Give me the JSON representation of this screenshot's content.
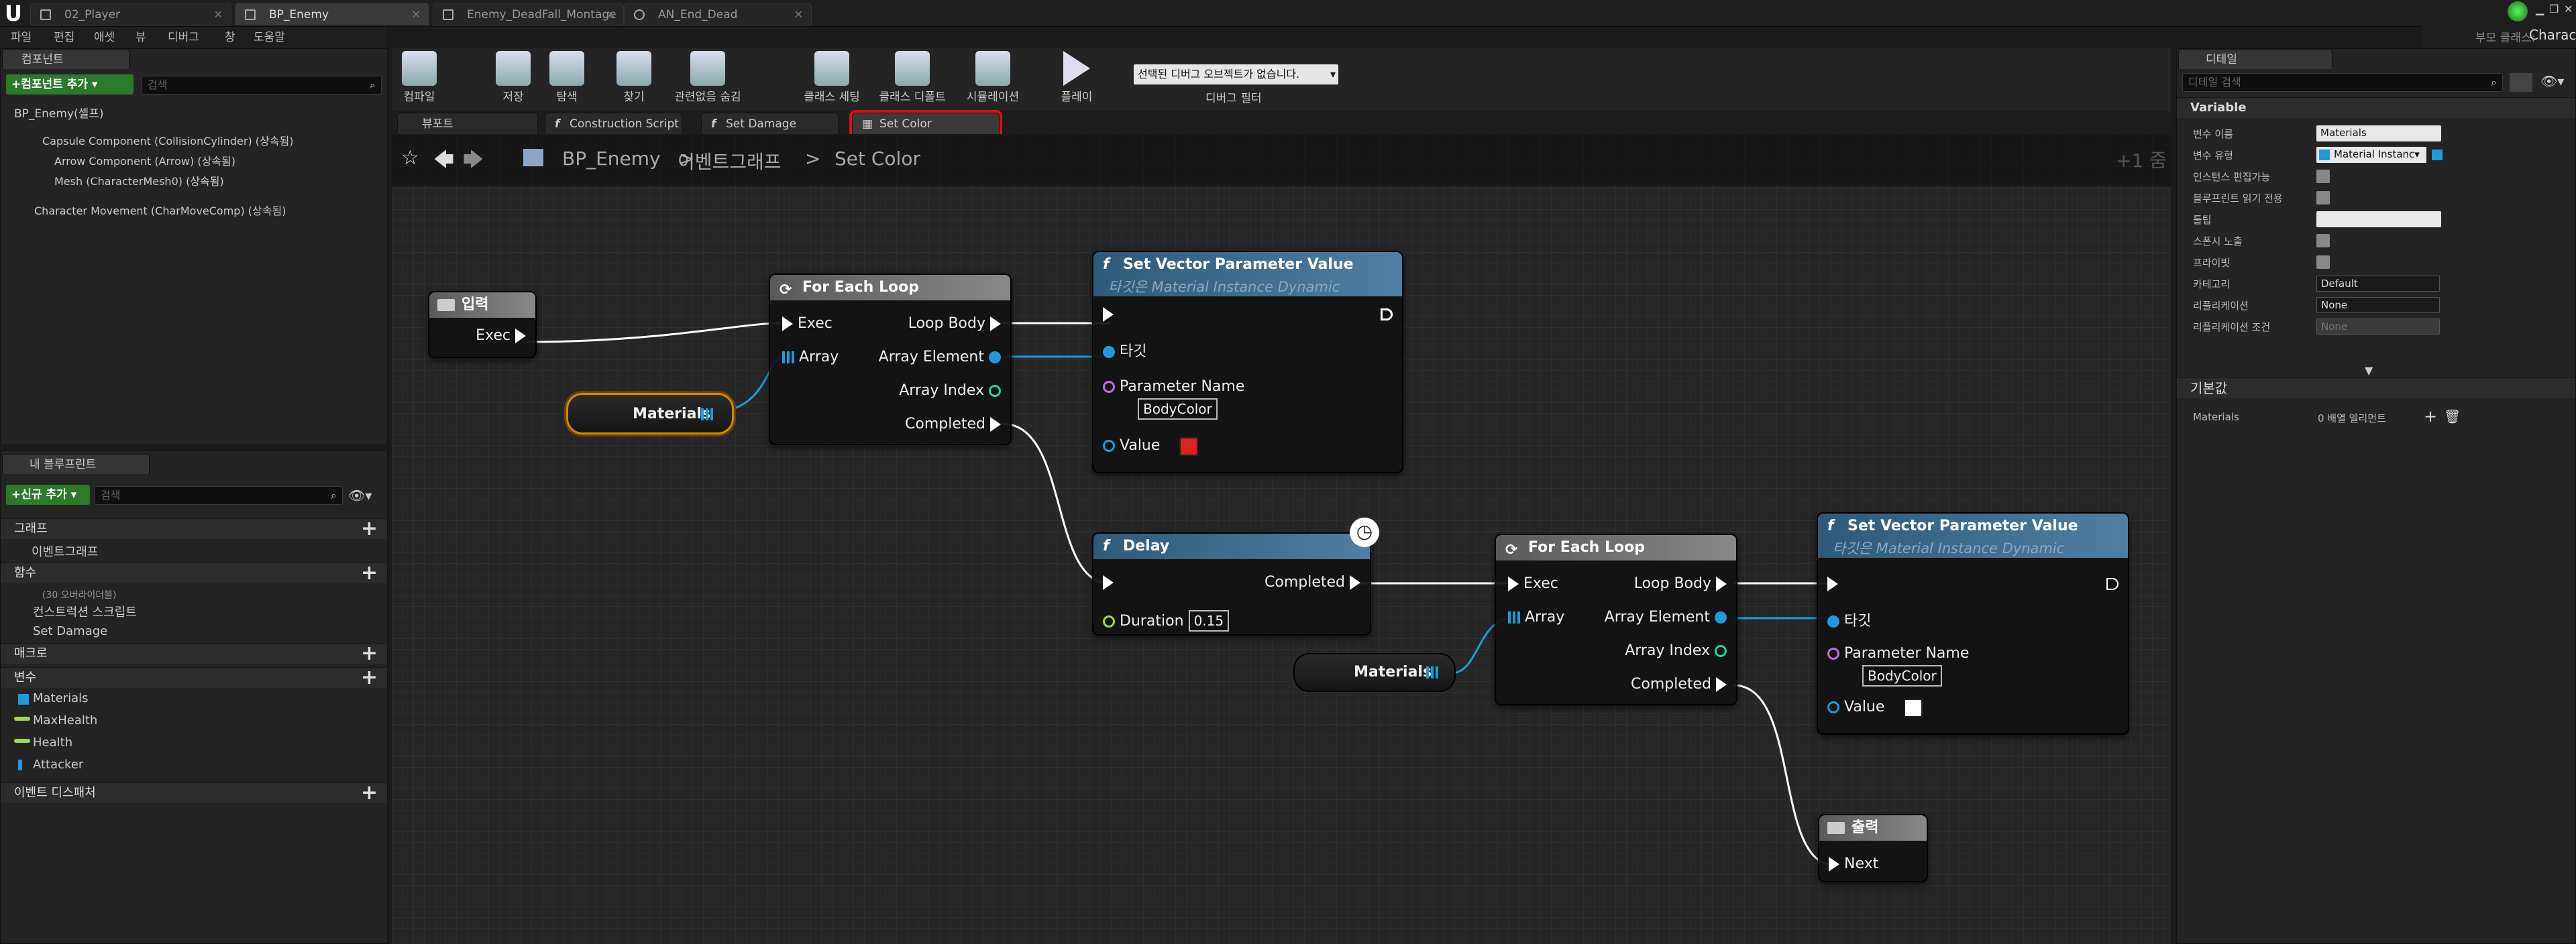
{
  "doc_tabs": [
    {
      "label": "02_Player",
      "active": false
    },
    {
      "label": "BP_Enemy",
      "active": true
    },
    {
      "label": "Enemy_DeadFall_Montage",
      "active": false
    },
    {
      "label": "AN_End_Dead",
      "active": false
    }
  ],
  "top_right": {
    "parent_class_label": "부모 클래스:",
    "parent_class": "Character"
  },
  "menu": [
    "파일",
    "편집",
    "애셋",
    "뷰",
    "디버그",
    "창",
    "도움말"
  ],
  "components": {
    "title": "컴포넌트",
    "add_button": "+컴포넌트 추가 ▾",
    "search_placeholder": "검색",
    "root": "BP_Enemy(셀프)",
    "items": [
      "Capsule Component (CollisionCylinder) (상속됨)",
      "Arrow Component (Arrow) (상속됨)",
      "Mesh (CharacterMesh0) (상속됨)",
      "Character Movement (CharMoveComp) (상속됨)"
    ]
  },
  "my_blueprint": {
    "title": "내 블루프린트",
    "add_button": "+신규 추가 ▾",
    "search_placeholder": "검색",
    "graph_cat": "그래프",
    "event_graph": "이벤트그래프",
    "functions_cat": "함수",
    "functions_overridable": "(30 오버라이더블)",
    "functions": [
      "컨스트럭션 스크립트",
      "Set Damage"
    ],
    "macros_cat": "매크로",
    "variables_cat": "변수",
    "variables": [
      {
        "name": "Materials",
        "color": "#1e9bdc"
      },
      {
        "name": "MaxHealth",
        "color": "#9fd94a"
      },
      {
        "name": "Health",
        "color": "#9fd94a"
      },
      {
        "name": "Attacker",
        "color": "#1e9bdc"
      }
    ],
    "dispatchers_cat": "이벤트 디스패처"
  },
  "toolbar": [
    {
      "label": "컴파일",
      "icon": "compile-icon"
    },
    {
      "label": "저장",
      "icon": "save-icon"
    },
    {
      "label": "탐색",
      "icon": "browse-icon"
    },
    {
      "label": "찾기",
      "icon": "find-icon"
    },
    {
      "label": "관련없음 숨김",
      "icon": "hide-unrelated-icon"
    },
    {
      "label": "클래스 세팅",
      "icon": "class-settings-icon"
    },
    {
      "label": "클래스 디폴트",
      "icon": "class-defaults-icon"
    },
    {
      "label": "시뮬레이션",
      "icon": "simulation-icon"
    },
    {
      "label": "플레이",
      "icon": "play-icon"
    }
  ],
  "debug_filter": {
    "value": "선택된 디버그 오브젝트가 없습니다.",
    "label": "디버그 필터"
  },
  "graph_tabs": [
    {
      "label": "뷰포트",
      "active": false
    },
    {
      "label": "Construction Script",
      "active": false
    },
    {
      "label": "Set Damage",
      "active": false
    },
    {
      "label": "Set Color",
      "active": true
    }
  ],
  "breadcrumb": {
    "root": "BP_Enemy",
    "sep": ">",
    "mid": "이벤트그래프",
    "current": "Set Color",
    "zoom": "+1 줌"
  },
  "nodes": {
    "input": {
      "title": "입력",
      "exec": "Exec"
    },
    "materials_var": "Materials",
    "foreach1": {
      "title": "For Each Loop",
      "exec": "Exec",
      "array": "Array",
      "loop_body": "Loop Body",
      "array_element": "Array Element",
      "array_index": "Array Index",
      "completed": "Completed"
    },
    "setvec1": {
      "title": "Set Vector Parameter Value",
      "subtitle": "타깃은 Material Instance Dynamic",
      "target": "타깃",
      "param_name_label": "Parameter Name",
      "param_name": "BodyColor",
      "value_label": "Value",
      "value_color": "#e02020"
    },
    "delay": {
      "title": "Delay",
      "completed": "Completed",
      "duration_label": "Duration",
      "duration": "0.15"
    },
    "foreach2": {
      "title": "For Each Loop",
      "exec": "Exec",
      "array": "Array",
      "loop_body": "Loop Body",
      "array_element": "Array Element",
      "array_index": "Array Index",
      "completed": "Completed"
    },
    "materials_var2": "Materials",
    "setvec2": {
      "title": "Set Vector Parameter Value",
      "subtitle": "타깃은 Material Instance Dynamic",
      "target": "타깃",
      "param_name_label": "Parameter Name",
      "param_name": "BodyColor",
      "value_label": "Value",
      "value_color": "#ffffff"
    },
    "output": {
      "title": "출력",
      "next": "Next"
    }
  },
  "details": {
    "title": "디테일",
    "search_placeholder": "디테일 검색",
    "variable_section": "Variable",
    "rows": [
      {
        "label": "변수 이름",
        "value": "Materials",
        "type": "text"
      },
      {
        "label": "변수 유형",
        "value": "Material Instanc▾",
        "type": "type"
      },
      {
        "label": "인스턴스 편집가능",
        "type": "checkbox"
      },
      {
        "label": "블루프린트 읽기 전용",
        "type": "checkbox"
      },
      {
        "label": "툴팁",
        "value": "",
        "type": "text"
      },
      {
        "label": "스폰시 노출",
        "type": "checkbox"
      },
      {
        "label": "프라이빗",
        "type": "checkbox"
      },
      {
        "label": "카테고리",
        "value": "Default",
        "type": "dropdown"
      },
      {
        "label": "리플리케이션",
        "value": "None",
        "type": "dropdown"
      },
      {
        "label": "리플리케이션 조건",
        "value": "None",
        "type": "dropdown-disabled"
      }
    ],
    "default_section": "기본값",
    "default_row": {
      "label": "Materials",
      "value": "0 배열 엘리먼트"
    }
  }
}
